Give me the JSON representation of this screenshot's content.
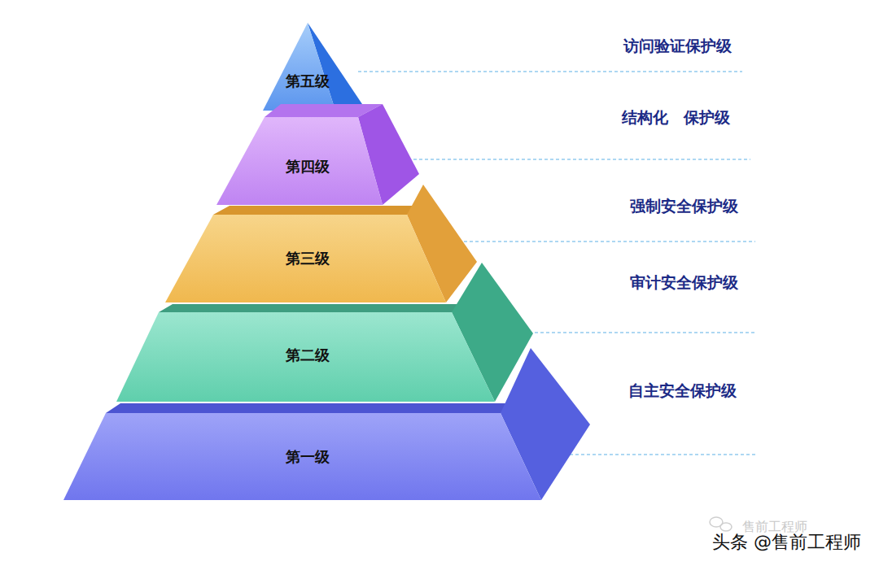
{
  "diagram": {
    "nodes": [
      {
        "text": [
          "第五级"
        ]
      },
      {
        "text": [
          "第四级"
        ]
      },
      {
        "text": [
          "第三级"
        ]
      },
      {
        "text": [
          "第二级"
        ]
      },
      {
        "text": [
          "第一级"
        ]
      }
    ],
    "labels": [
      "访问验证保护级",
      "结构化　保护级",
      "强制安全保护级",
      "审计安全保护级",
      "自主安全保护级",
      "售前工程师",
      "头条 @售前工程师"
    ]
  }
}
